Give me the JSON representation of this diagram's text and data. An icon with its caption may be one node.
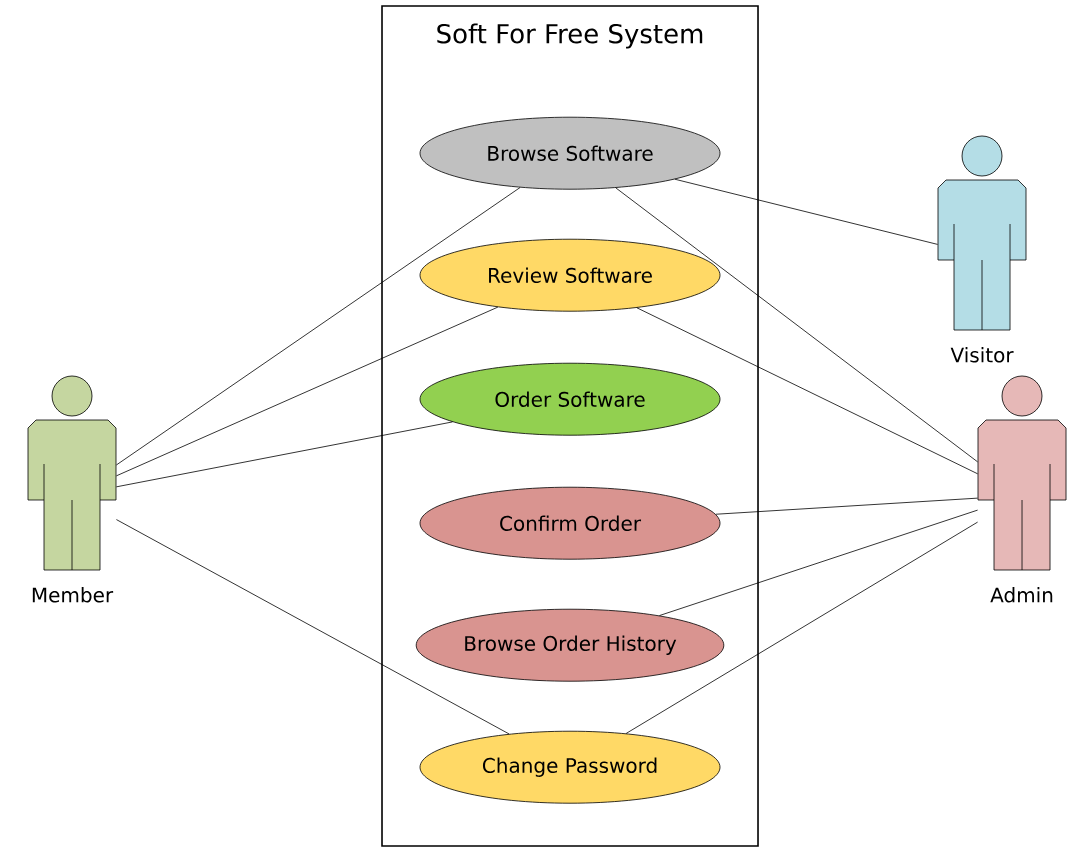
{
  "diagram": {
    "nodes": [
      {
        "text": [
          "Soft For Free System"
        ]
      },
      {
        "text": [
          "Browse Software"
        ],
        "in": 0
      },
      {
        "text": [
          "Review Software"
        ],
        "in": 0
      },
      {
        "text": [
          "Order Software"
        ],
        "in": 0
      },
      {
        "text": [
          "Confirm Order"
        ],
        "in": 0
      },
      {
        "text": [
          "Browse Order History"
        ],
        "in": 0
      },
      {
        "text": [
          "Change Password"
        ],
        "in": 0
      },
      {
        "text": [
          "Member"
        ]
      },
      {
        "text": [
          "Visitor"
        ]
      },
      {
        "text": [
          "Admin"
        ]
      }
    ],
    "edges": [
      {
        "from": 7,
        "to": 1,
        "arrow": "none"
      },
      {
        "from": 7,
        "to": 2,
        "arrow": "none"
      },
      {
        "from": 7,
        "to": 3,
        "arrow": "none"
      },
      {
        "from": 7,
        "to": 6,
        "arrow": "none"
      },
      {
        "from": 8,
        "to": 1,
        "arrow": "none"
      },
      {
        "from": 9,
        "to": 1,
        "arrow": "none"
      },
      {
        "from": 9,
        "to": 2,
        "arrow": "none"
      },
      {
        "from": 9,
        "to": 4,
        "arrow": "none"
      },
      {
        "from": 9,
        "to": 5,
        "arrow": "none"
      },
      {
        "from": 9,
        "to": 6,
        "arrow": "none"
      }
    ]
  }
}
